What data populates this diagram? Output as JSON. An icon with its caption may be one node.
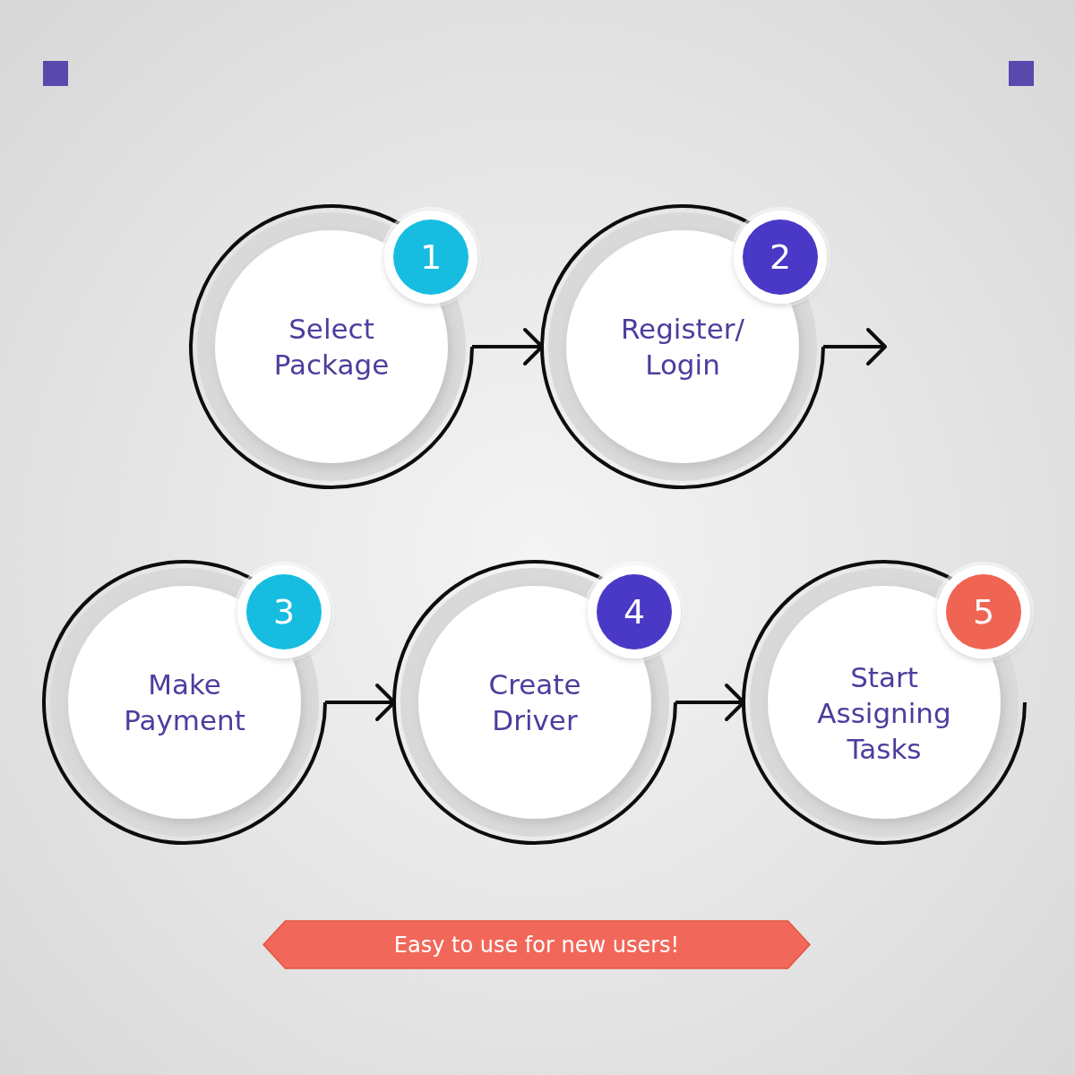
{
  "diagram": {
    "nodes": [
      {
        "text": [
          "Select Package"
        ]
      },
      {
        "text": [
          "1"
        ]
      },
      {
        "text": [
          "Register/ Login"
        ]
      },
      {
        "text": [
          "2"
        ]
      },
      {
        "text": [
          "Make Payment"
        ]
      },
      {
        "text": [
          "3"
        ]
      },
      {
        "text": [
          "Create Driver"
        ]
      },
      {
        "text": [
          "4"
        ]
      },
      {
        "text": [
          "Start Assigning Tasks"
        ]
      },
      {
        "text": [
          "5"
        ]
      },
      {
        "text": [
          "Easy to use for new users!"
        ]
      }
    ],
    "edges": [
      {
        "from": 0,
        "to": 2,
        "arrow": "to"
      },
      {
        "from": 2,
        "to": null,
        "arrow": "to"
      },
      {
        "from": 4,
        "to": 6,
        "arrow": "to"
      },
      {
        "from": 6,
        "to": 8,
        "arrow": "to"
      }
    ]
  }
}
